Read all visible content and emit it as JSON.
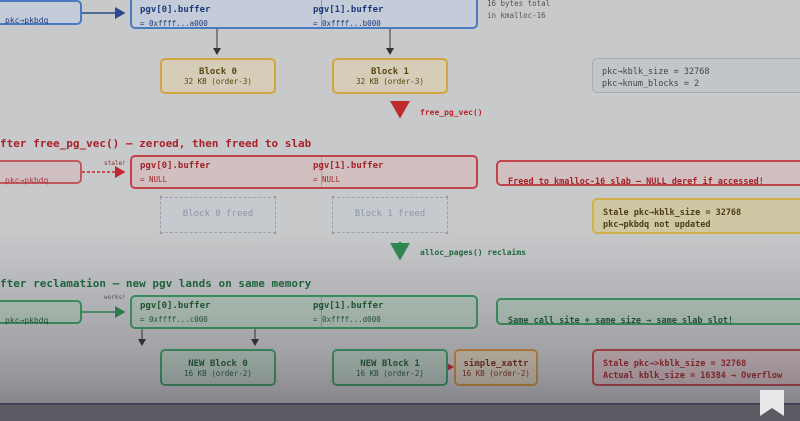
{
  "pkc_label": "pkc→pkbdq",
  "before": {
    "cells": [
      {
        "name": "pgv[0].buffer",
        "value": "= 0xffff...a000"
      },
      {
        "name": "pgv[1].buffer",
        "value": "= 0xffff...b000"
      }
    ],
    "note": [
      "16 bytes total",
      "in kmalloc-16"
    ],
    "blocks": [
      {
        "title": "Block 0",
        "sub": "32 KB (order-3)"
      },
      {
        "title": "Block 1",
        "sub": "32 KB (order-3)"
      }
    ],
    "info": [
      "pkc→kblk_size = 32768",
      "pkc→knum_blocks = 2"
    ],
    "step": "free_pg_vec()"
  },
  "freed": {
    "heading": "fter free_pg_vec() — zeroed, then freed to slab",
    "arrow_label": "stale!",
    "cells": [
      {
        "name": "pgv[0].buffer",
        "value": "= NULL"
      },
      {
        "name": "pgv[1].buffer",
        "value": "= NULL"
      }
    ],
    "warning": "Freed to kmalloc-16 slab — NULL deref if accessed!",
    "blocks": [
      "Block 0 freed",
      "Block 1 freed"
    ],
    "stale": [
      "Stale pkc→kblk_size = 32768",
      "pkc→pkbdq not updated"
    ],
    "step": "alloc_pages() reclaims"
  },
  "reclaimed": {
    "heading": "fter reclamation — new pgv lands on same memory",
    "arrow_label": "works!",
    "cells": [
      {
        "name": "pgv[0].buffer",
        "value": "= 0xffff...c000"
      },
      {
        "name": "pgv[1].buffer",
        "value": "= 0xffff...d000"
      }
    ],
    "note": "Same call site + same size → same slab slot!",
    "blocks": [
      {
        "title": "NEW Block 0",
        "sub": "16 KB (order-2)"
      },
      {
        "title": "NEW Block 1",
        "sub": "16 KB (order-2)"
      }
    ],
    "xattr": {
      "title": "simple_xattr",
      "sub": "16 KB (order-2)"
    },
    "overflow": [
      "Stale pkc→>kblk_size = 32768",
      "Actual kblk_size = 16384 → Overflow"
    ]
  }
}
